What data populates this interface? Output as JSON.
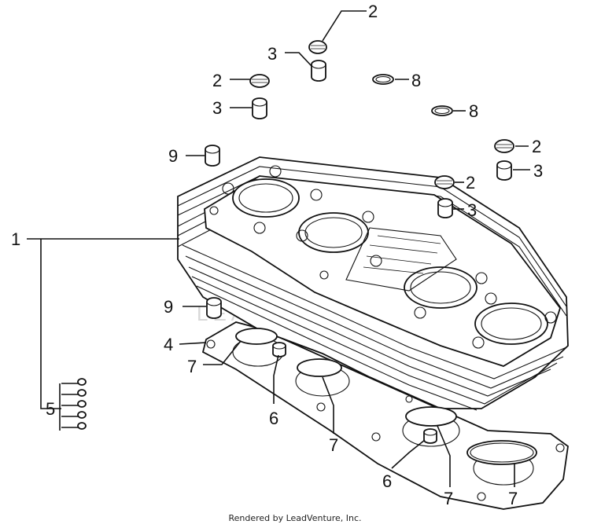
{
  "diagram": {
    "callouts": {
      "c1": "1",
      "c2a": "2",
      "c2b": "2",
      "c2c": "2",
      "c2d": "2",
      "c3a": "3",
      "c3b": "3",
      "c3c": "3",
      "c3d": "3",
      "c4": "4",
      "c5": "5",
      "c6a": "6",
      "c6b": "6",
      "c7a": "7",
      "c7b": "7",
      "c7c": "7",
      "c7d": "7",
      "c8a": "8",
      "c8b": "8",
      "c9a": "9",
      "c9b": "9"
    },
    "watermark": "LEADVENTURE"
  },
  "footer": {
    "credit": "Rendered by LeadVenture, Inc."
  }
}
